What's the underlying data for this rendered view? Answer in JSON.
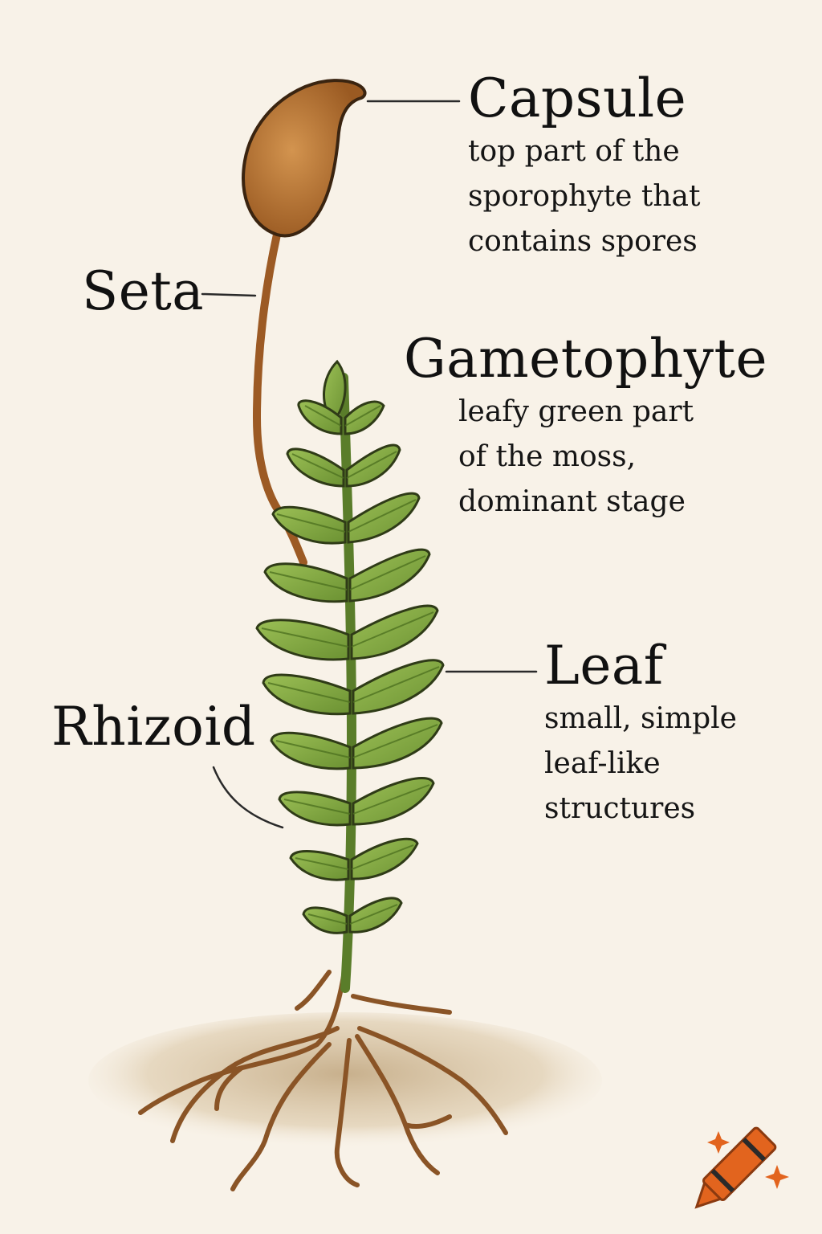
{
  "labels": {
    "capsule": {
      "title": "Capsule",
      "desc": [
        "top part of the",
        "sporophyte that",
        "contains spores"
      ]
    },
    "seta": {
      "title": "Seta"
    },
    "gametophyte": {
      "title": "Gametophyte",
      "desc": [
        "leafy green part",
        "of the moss,",
        "dominant stage"
      ]
    },
    "leaf": {
      "title": "Leaf",
      "desc": [
        "small, simple",
        "leaf-like",
        "structures"
      ]
    },
    "rhizoid": {
      "title": "Rhizoid"
    }
  },
  "colors": {
    "background": "#f8f2e8",
    "capsule": "#b57434",
    "seta": "#9c5a24",
    "leaf": "#7da23c",
    "leaf_dark": "#4f7321",
    "stem": "#5a7d2a",
    "rhizoid": "#8a5426",
    "soil": "#c9b08a",
    "ink": "#2a2a2a",
    "crayon": "#e2641e"
  },
  "icons": {
    "logo": "crayon-icon"
  }
}
